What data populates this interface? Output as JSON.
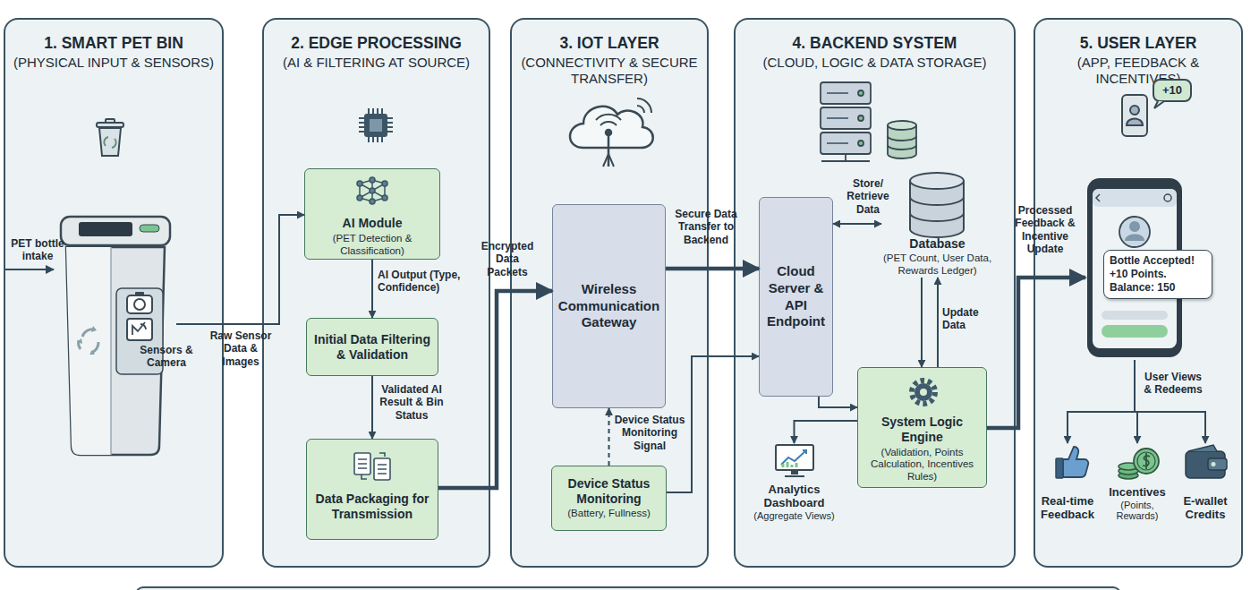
{
  "diagram": {
    "nodes": [
      {
        "text": [
          "1. SMART PET BIN",
          "(PHYSICAL INPUT & SENSORS)"
        ]
      },
      {
        "text": [
          "Sensors & Camera"
        ],
        "in": 0
      },
      {
        "text": [
          "2. EDGE PROCESSING",
          "(AI & FILTERING AT SOURCE)"
        ]
      },
      {
        "text": [
          "AI Module",
          "(PET Detection & Classification)"
        ],
        "in": 2
      },
      {
        "text": [
          "Initial Data Filtering & Validation"
        ],
        "in": 2
      },
      {
        "text": [
          "Data Packaging for Transmission"
        ],
        "in": 2
      },
      {
        "text": [
          "3. IOT LAYER",
          "(CONNECTIVITY & SECURE TRANSFER)"
        ]
      },
      {
        "text": [
          "Wireless Communication Gateway"
        ],
        "in": 6
      },
      {
        "text": [
          "Device Status Monitoring",
          "(Battery, Fullness)"
        ],
        "in": 6
      },
      {
        "text": [
          "4. BACKEND SYSTEM",
          "(CLOUD, LOGIC & DATA STORAGE)"
        ]
      },
      {
        "text": [
          "Cloud Server & API Endpoint"
        ],
        "in": 9
      },
      {
        "text": [
          "Database",
          "(PET Count, User Data, Rewards Ledger)"
        ],
        "in": 9
      },
      {
        "text": [
          "System Logic Engine",
          "(Validation, Points Calculation, Incentives Rules)"
        ],
        "in": 9
      },
      {
        "text": [
          "Analytics Dashboard",
          "(Aggregate Views)"
        ],
        "in": 9
      },
      {
        "text": [
          "5. USER LAYER",
          "(APP, FEEDBACK & INCENTIVES)"
        ]
      },
      {
        "text": [
          "Bottle Accepted! +10 Points. Balance: 150"
        ],
        "in": 14
      },
      {
        "text": [
          "Real-time Feedback"
        ],
        "in": 14
      },
      {
        "text": [
          "Incentives",
          "(Points, Rewards)"
        ],
        "in": 14
      },
      {
        "text": [
          "E-wallet Credits"
        ],
        "in": 14
      }
    ],
    "edges": [
      {
        "from": 1,
        "to": 3,
        "label": "Raw Sensor Data & Images",
        "arrow": "to"
      },
      {
        "from": 3,
        "to": 4,
        "label": "AI Output (Type, Confidence)",
        "arrow": "to"
      },
      {
        "from": 4,
        "to": 5,
        "label": "Validated AI Result & Bin Status",
        "arrow": "to"
      },
      {
        "from": 5,
        "to": 7,
        "label": "Encrypted Data Packets",
        "arrow": "to"
      },
      {
        "from": 8,
        "to": 7,
        "label": "Device Status Monitoring Signal",
        "arrow": "to"
      },
      {
        "from": 7,
        "to": 10,
        "label": "Secure Data Transfer to Backend",
        "arrow": "to"
      },
      {
        "from": 8,
        "to": 10,
        "arrow": "to"
      },
      {
        "from": 10,
        "to": 11,
        "label": "Store/ Retrieve Data",
        "arrow": "both"
      },
      {
        "from": 10,
        "to": 12,
        "arrow": "to"
      },
      {
        "from": 11,
        "to": 12,
        "arrow": "to"
      },
      {
        "from": 12,
        "to": 11,
        "label": "Update Data",
        "arrow": "to"
      },
      {
        "from": 12,
        "to": 13,
        "arrow": "to"
      },
      {
        "from": 12,
        "to": 15,
        "label": "Processed Feedback & Incentive Update",
        "arrow": "to"
      },
      {
        "from": 15,
        "to": 16,
        "arrow": "to"
      },
      {
        "from": 15,
        "to": 17,
        "label": "User Views & Redeems",
        "arrow": "to"
      },
      {
        "from": 15,
        "to": 18,
        "arrow": "to"
      }
    ],
    "labels": [
      "PET bottle intake",
      "+10"
    ]
  }
}
